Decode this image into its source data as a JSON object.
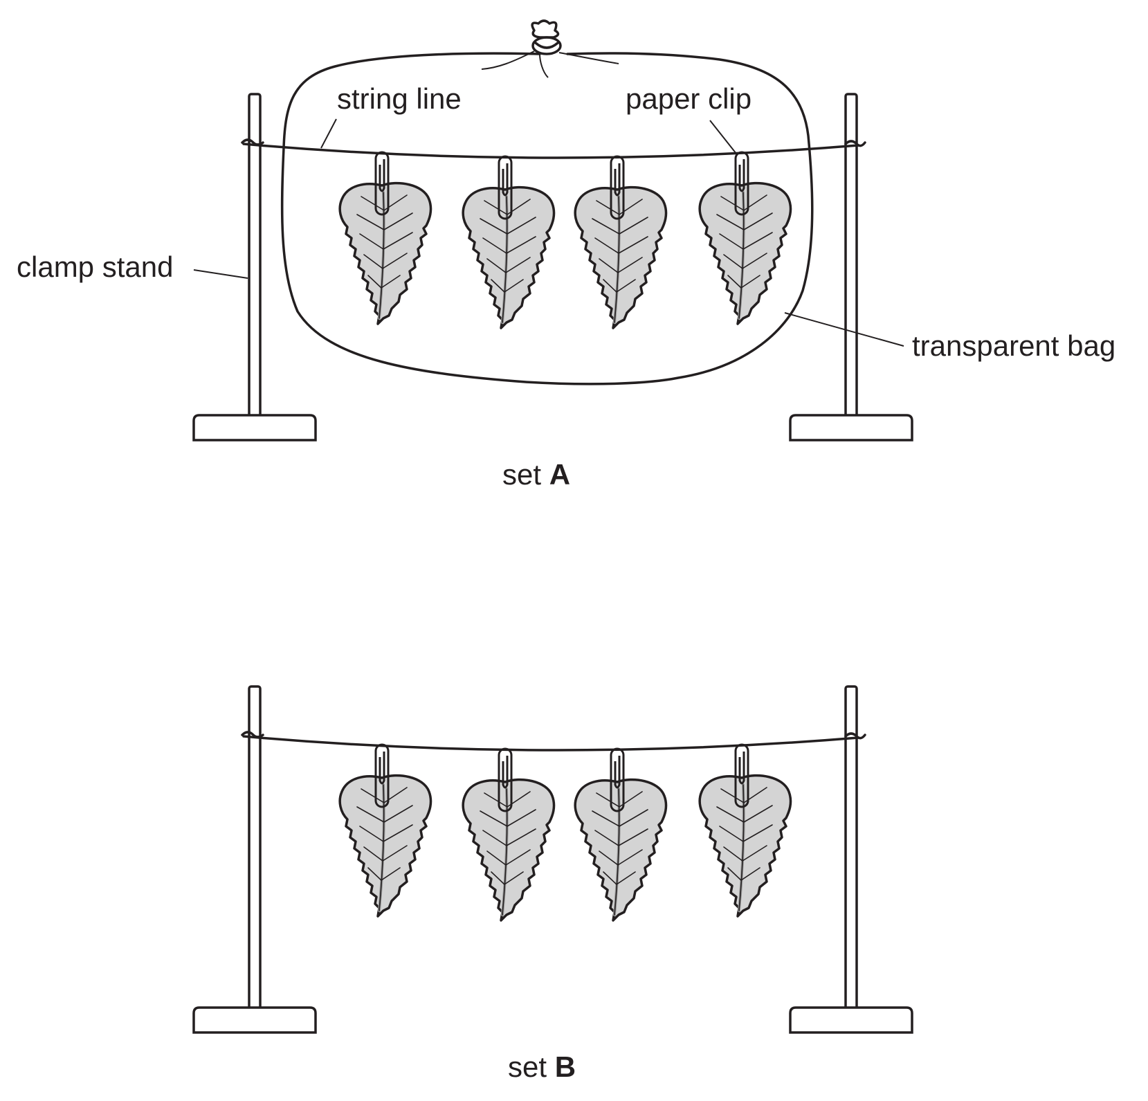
{
  "labels": {
    "string_line": "string line",
    "paper_clip": "paper clip",
    "clamp_stand": "clamp stand",
    "transparent_bag": "transparent bag"
  },
  "sets": [
    {
      "prefix": "set ",
      "letter": "A"
    },
    {
      "prefix": "set ",
      "letter": "B"
    }
  ],
  "colors": {
    "ink": "#231f20",
    "leaf_fill": "#d4d4d4",
    "midrib": "#9b9b9b"
  }
}
